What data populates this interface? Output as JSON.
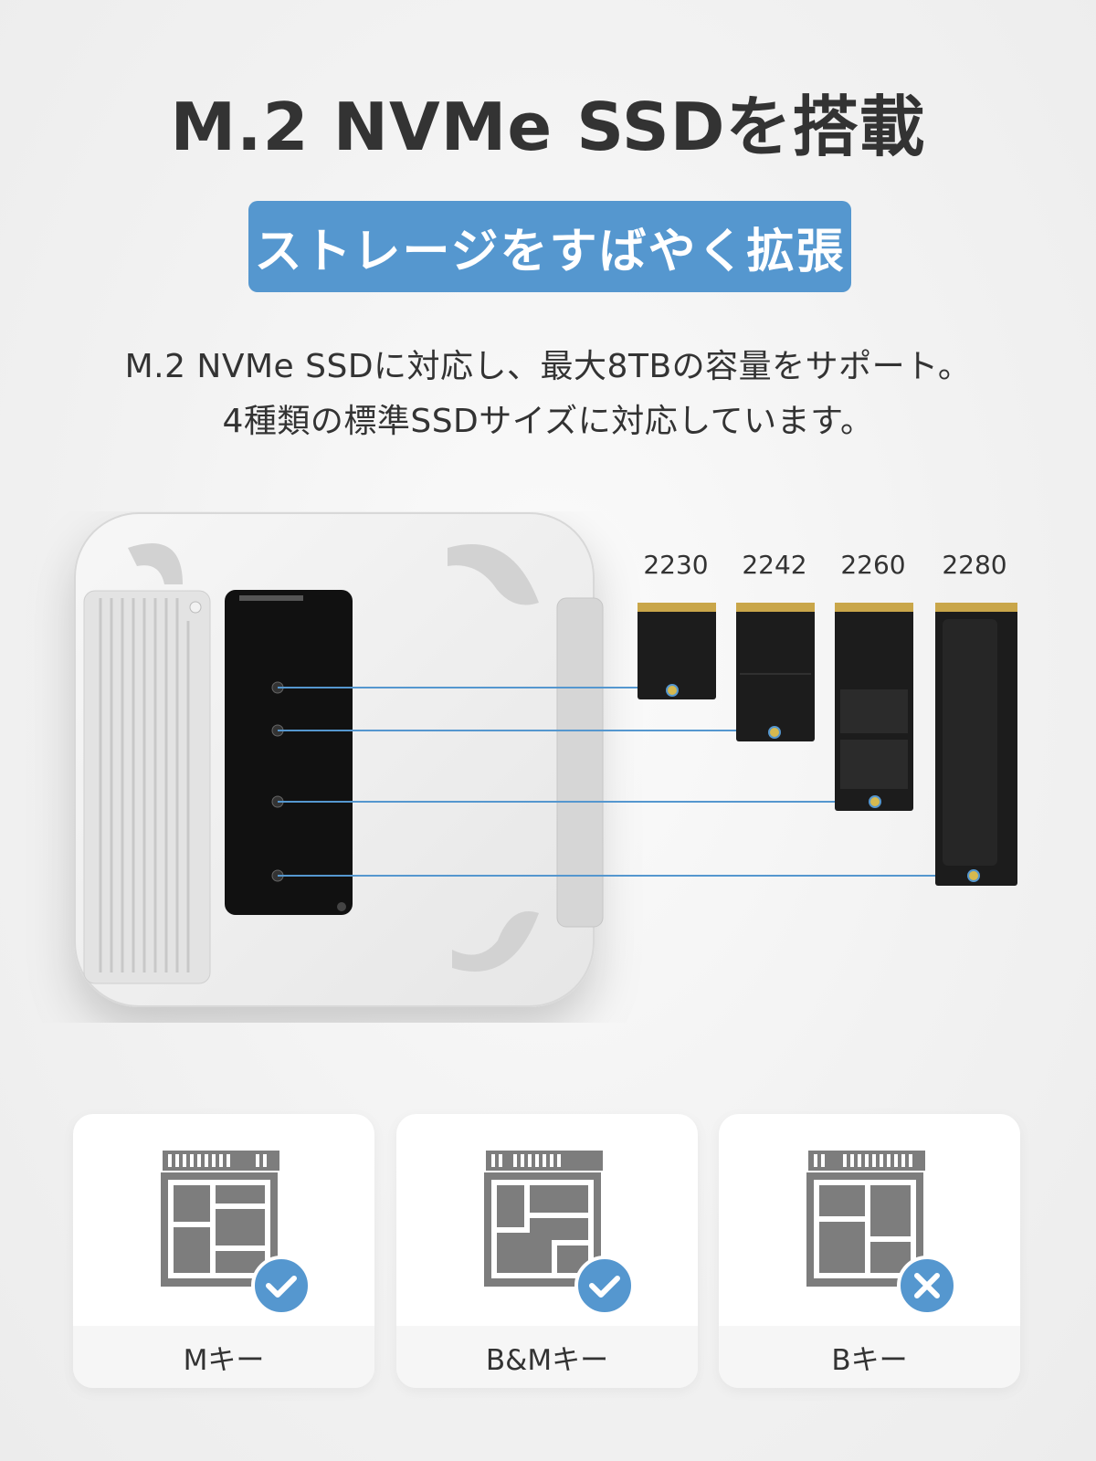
{
  "heading": {
    "title": "M.2 NVMe SSDを搭載",
    "badge": "ストレージをすばやく拡張"
  },
  "description": {
    "line1": "M.2 NVMe SSDに対応し、最大8TBの容量をサポート。",
    "line2": "4種類の標準SSDサイズに対応しています。"
  },
  "ssd_sizes": [
    "2230",
    "2242",
    "2260",
    "2280"
  ],
  "key_types": [
    {
      "label": "Mキー",
      "status": "check"
    },
    {
      "label": "B&Mキー",
      "status": "check"
    },
    {
      "label": "Bキー",
      "status": "cross"
    }
  ],
  "colors": {
    "accent": "#5597cf",
    "text": "#333333",
    "icon_gray": "#7d7d7d"
  }
}
